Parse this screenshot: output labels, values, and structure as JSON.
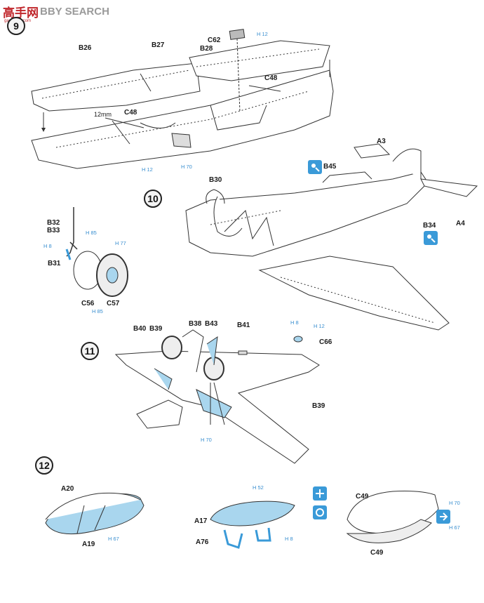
{
  "watermark": {
    "brand_cn": "高手网",
    "brand_en": "BBY SEARCH",
    "url": "gao-shou.com"
  },
  "steps": [
    "9",
    "10",
    "11",
    "12"
  ],
  "parts": {
    "b26": "B26",
    "b27": "B27",
    "b28": "B28",
    "c62": "C62",
    "c48_right": "C48",
    "c48_left": "C48",
    "a3": "A3",
    "b45": "B45",
    "b30": "B30",
    "b34": "B34",
    "a4": "A4",
    "b32": "B32",
    "b33": "B33",
    "b31": "B31",
    "c56": "C56",
    "c57": "C57",
    "b40": "B40",
    "b39_top": "B39",
    "b38": "B38",
    "b43": "B43",
    "b41": "B41",
    "c66": "C66",
    "b39_right": "B39",
    "a20": "A20",
    "a19": "A19",
    "a17": "A17",
    "a76": "A76",
    "c49_top": "C49",
    "c49_bottom": "C49"
  },
  "dimensions": {
    "length": "12mm"
  },
  "paint_codes": {
    "c62": "H 12",
    "wing_left": "H 12",
    "wing_right": "H 70",
    "b33": "H 85",
    "b31": "H 8",
    "c57": "H 77",
    "c56": "H 85",
    "c66_a": "H 8",
    "c66_b": "H 12",
    "b38_b43": "H 70",
    "a19": "H 67",
    "a17": "H 52",
    "a76": "H 8",
    "c49_a": "H 70",
    "c49_b": "H 67"
  },
  "colors": {
    "accent_blue": "#3a9ad8",
    "part_fill": "#a9d6ee",
    "line": "#333333"
  },
  "icons": [
    "glue-icon",
    "glue-icon",
    "drill-icon",
    "cut-icon",
    "option-icon"
  ]
}
